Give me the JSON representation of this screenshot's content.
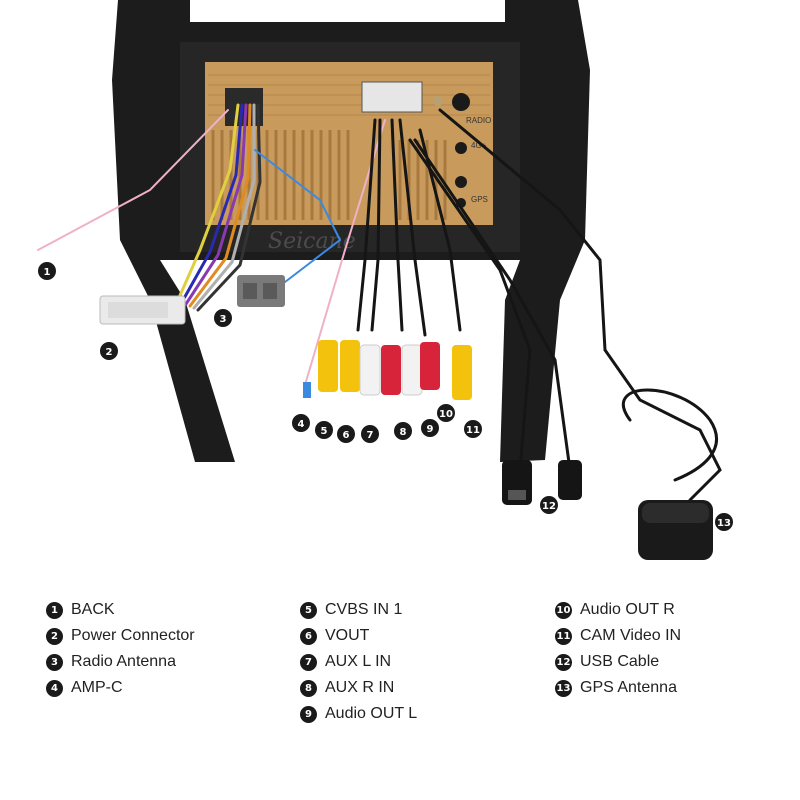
{
  "brand_watermark": "Seicane",
  "unit_labels": {
    "radio": "RADIO",
    "lte": "4G+",
    "gps": "GPS"
  },
  "callouts": [
    "1",
    "2",
    "3",
    "4",
    "5",
    "6",
    "7",
    "8",
    "9",
    "10",
    "11",
    "12",
    "13"
  ],
  "legend": {
    "columns": [
      [
        {
          "num": "1",
          "label": "BACK"
        },
        {
          "num": "2",
          "label": "Power Connector"
        },
        {
          "num": "3",
          "label": "Radio Antenna"
        },
        {
          "num": "4",
          "label": "AMP-C"
        }
      ],
      [
        {
          "num": "5",
          "label": "CVBS IN 1"
        },
        {
          "num": "6",
          "label": "VOUT"
        },
        {
          "num": "7",
          "label": "AUX L IN"
        },
        {
          "num": "8",
          "label": "AUX R IN"
        },
        {
          "num": "9",
          "label": "Audio OUT L"
        }
      ],
      [
        {
          "num": "10",
          "label": "Audio OUT R"
        },
        {
          "num": "11",
          "label": "CAM Video IN"
        },
        {
          "num": "12",
          "label": "USB Cable"
        },
        {
          "num": "13",
          "label": "GPS Antenna"
        }
      ]
    ]
  },
  "colors": {
    "frame": "#1c1c1c",
    "unit_case": "#c89a5c",
    "rca_yellow": "#f2c20c",
    "rca_white": "#f2f2f2",
    "rca_red": "#d8243a",
    "cable_black": "#151515",
    "badge": "#1a1a1a"
  }
}
